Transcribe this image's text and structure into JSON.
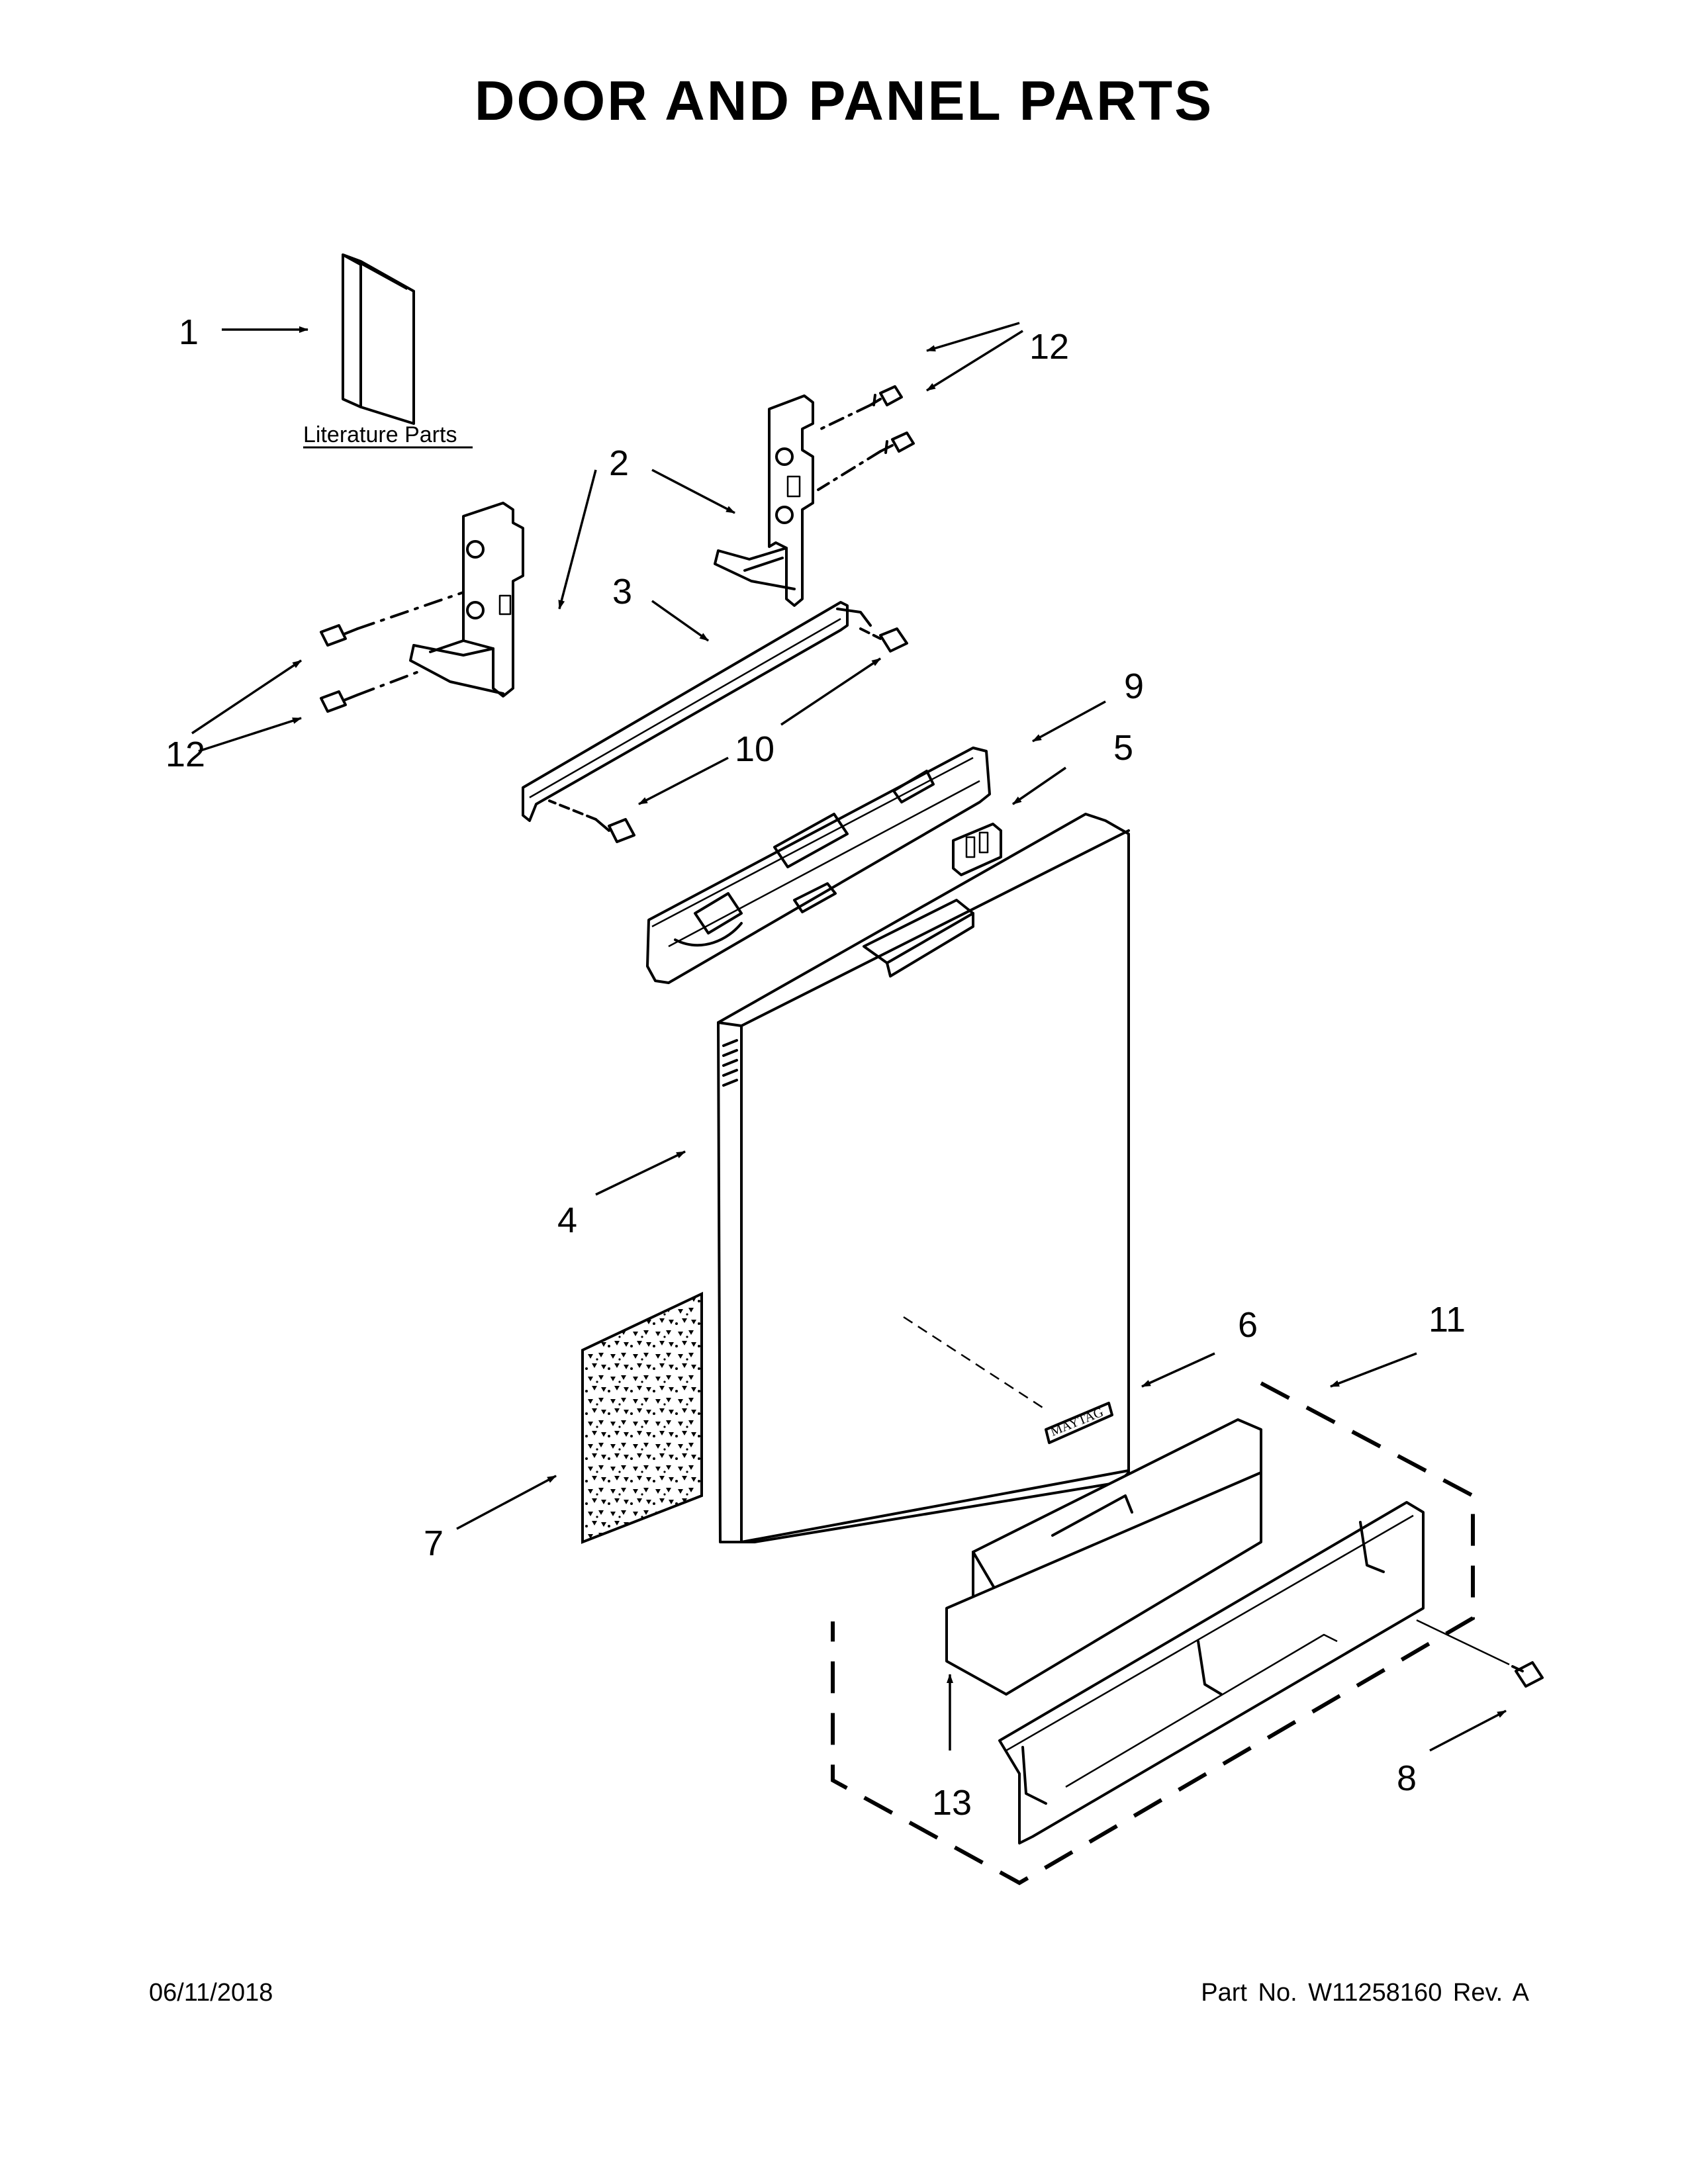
{
  "title": "DOOR AND PANEL PARTS",
  "footer": {
    "date": "06/11/2018",
    "part_number": "Part No.  W11258160  Rev.  A"
  },
  "literature_label": "Literature Parts",
  "logo_text": "MAYTAG",
  "callouts": {
    "c1": "1",
    "c2": "2",
    "c3": "3",
    "c4": "4",
    "c5": "5",
    "c6": "6",
    "c7": "7",
    "c8": "8",
    "c9": "9",
    "c10": "10",
    "c11": "11",
    "c12a": "12",
    "c12b": "12",
    "c13": "13"
  }
}
